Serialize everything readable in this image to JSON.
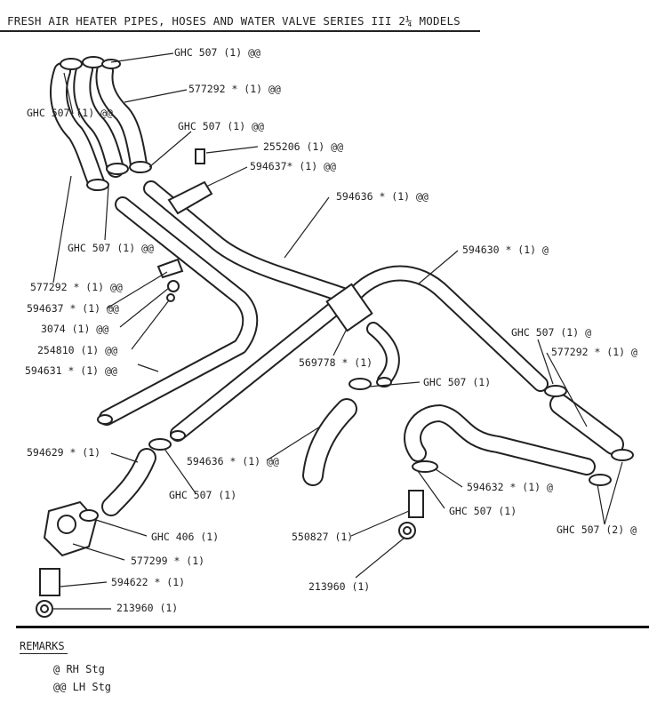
{
  "title": "FRESH AIR HEATER PIPES, HOSES AND WATER VALVE  SERIES III 2¼ MODELS",
  "labels": {
    "l01": "GHC 507 (1) @@",
    "l02": "577292 * (1) @@",
    "l03": "GHC 507 (1) @@",
    "l04": "GHC 507 (1) @@",
    "l05": "255206 (1) @@",
    "l06": "594637* (1) @@",
    "l07": "594636 * (1) @@",
    "l08": "GHC 507 (1) @@",
    "l09": "594630 * (1) @",
    "l10": "577292 * (1) @@",
    "l11": "594637 * (1) @@",
    "l12": "3074 (1) @@",
    "l13": "254810 (1) @@",
    "l14": "594631 * (1) @@",
    "l15": "569778 * (1)",
    "l16": "GHC 507 (1) @",
    "l17": "577292 * (1) @",
    "l18": "GHC 507 (1)",
    "l19": "594629 * (1)",
    "l20": "594636 * (1) @@",
    "l21": "GHC 507 (1)",
    "l22": "594632 * (1) @",
    "l23": "GHC 507 (1)",
    "l24": "GHC 406 (1)",
    "l25": "577299 * (1)",
    "l26": "550827 (1)",
    "l27": "GHC 507 (2) @",
    "l28": "594622 * (1)",
    "l29": "213960 (1)",
    "l30": "213960 (1)"
  },
  "remarks": {
    "heading": "REMARKS",
    "items": [
      "@ RH Stg",
      "@@ LH Stg"
    ]
  }
}
